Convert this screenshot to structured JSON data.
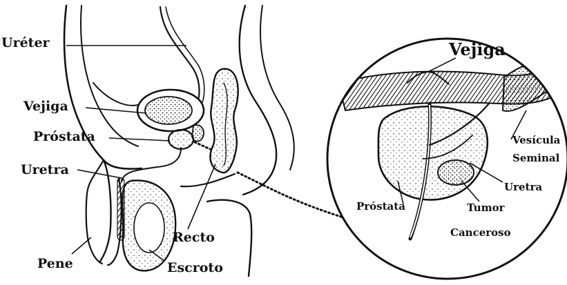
{
  "colors": {
    "ink": "#111111",
    "paper": "#ffffff",
    "shade": "#8a8a8a"
  },
  "labels": {
    "ureter": "Uréter",
    "vejiga": "Vejiga",
    "prostata": "Próstata",
    "uretra": "Uretra",
    "pene": "Pene",
    "recto": "Recto",
    "escroto": "Escroto"
  },
  "inset": {
    "vejiga": "Vejiga",
    "vesicula_line1": "Vesícula",
    "vesicula_line2": "Seminal",
    "uretra": "Uretra",
    "prostata": "Próstata",
    "tumor_line1": "Tumor",
    "tumor_line2": "Canceroso"
  }
}
